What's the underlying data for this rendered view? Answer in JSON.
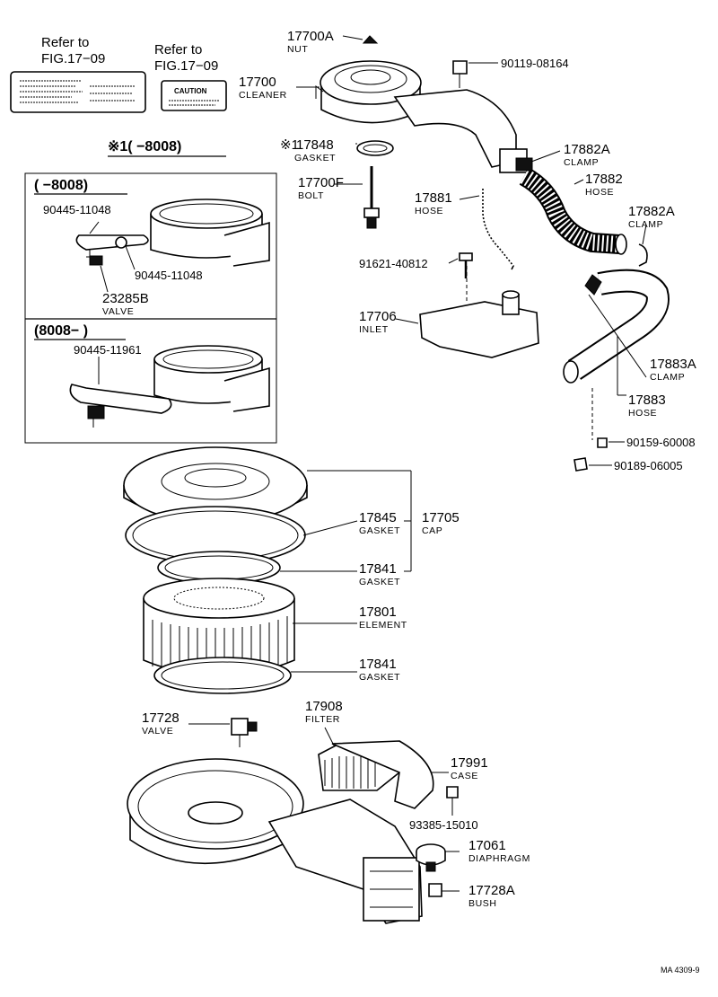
{
  "references": [
    {
      "line1": "Refer to",
      "line2": "FIG.17−09"
    },
    {
      "line1": "Refer to",
      "line2": "FIG.17−09"
    }
  ],
  "caution_label": "CAUTION",
  "inset": {
    "heading": "※1(    −8008)",
    "box1_title": "(    −8008)",
    "box2_title": "(8008−    )"
  },
  "parts": [
    {
      "id": "p1",
      "number": "17700A",
      "name": "NUT"
    },
    {
      "id": "p2",
      "number": "90119-08164",
      "name": ""
    },
    {
      "id": "p3",
      "number": "17700",
      "name": "CLEANER"
    },
    {
      "id": "p4",
      "number": "17848",
      "prefix": "※1",
      "name": "GASKET"
    },
    {
      "id": "p5",
      "number": "17882A",
      "name": "CLAMP"
    },
    {
      "id": "p6",
      "number": "17700F",
      "name": "BOLT"
    },
    {
      "id": "p7",
      "number": "17881",
      "name": "HOSE"
    },
    {
      "id": "p8",
      "number": "17882",
      "name": "HOSE"
    },
    {
      "id": "p9",
      "number": "17882A",
      "name": "CLAMP"
    },
    {
      "id": "p10",
      "number": "91621-40812",
      "name": ""
    },
    {
      "id": "p11",
      "number": "17706",
      "name": "INLET"
    },
    {
      "id": "p12",
      "number": "17883A",
      "name": "CLAMP"
    },
    {
      "id": "p13",
      "number": "17883",
      "name": "HOSE"
    },
    {
      "id": "p14",
      "number": "90159-60008",
      "name": ""
    },
    {
      "id": "p15",
      "number": "90189-06005",
      "name": ""
    },
    {
      "id": "p16",
      "number": "90445-11048",
      "name": ""
    },
    {
      "id": "p17",
      "number": "90445-11048",
      "name": ""
    },
    {
      "id": "p18",
      "number": "23285B",
      "name": "VALVE"
    },
    {
      "id": "p19",
      "number": "90445-11961",
      "name": ""
    },
    {
      "id": "p20",
      "number": "17845",
      "name": "GASKET"
    },
    {
      "id": "p21",
      "number": "17705",
      "name": "CAP"
    },
    {
      "id": "p22",
      "number": "17841",
      "name": "GASKET"
    },
    {
      "id": "p23",
      "number": "17801",
      "name": "ELEMENT"
    },
    {
      "id": "p24",
      "number": "17841",
      "name": "GASKET"
    },
    {
      "id": "p25",
      "number": "17908",
      "name": "FILTER"
    },
    {
      "id": "p26",
      "number": "17728",
      "name": "VALVE"
    },
    {
      "id": "p27",
      "number": "17991",
      "name": "CASE"
    },
    {
      "id": "p28",
      "number": "93385-15010",
      "name": ""
    },
    {
      "id": "p29",
      "number": "17061",
      "name": "DIAPHRAGM"
    },
    {
      "id": "p30",
      "number": "17728A",
      "name": "BUSH"
    }
  ],
  "figure_code": "MA 4309-9"
}
